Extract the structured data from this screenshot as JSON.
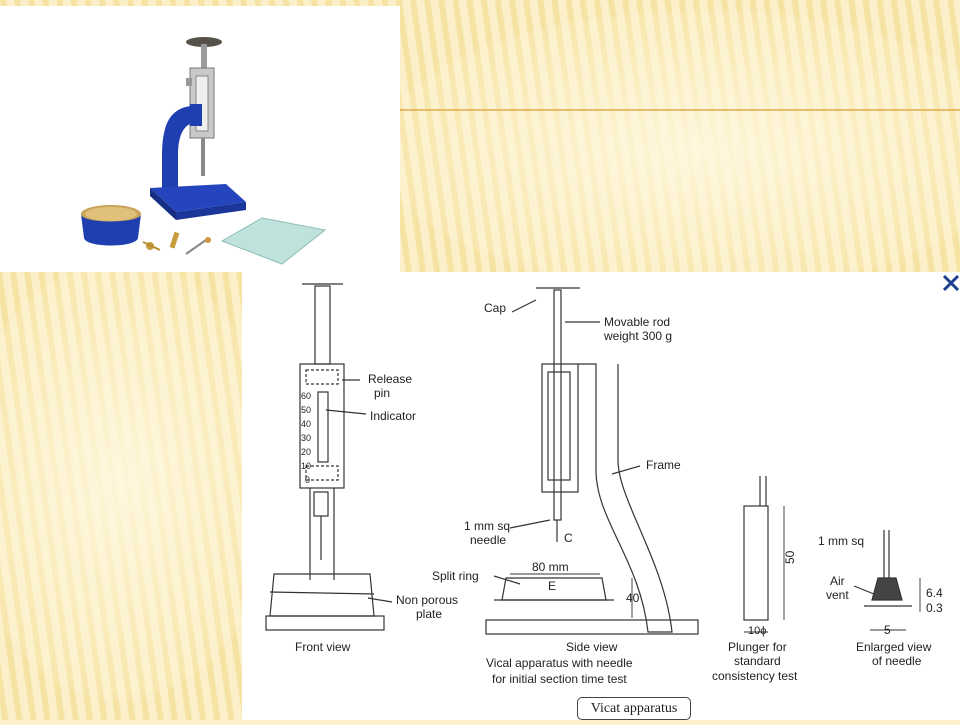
{
  "slide": {
    "caption": "Vicat apparatus",
    "close_label": "×"
  },
  "diagram": {
    "front": {
      "release_pin": [
        "Release",
        "pin"
      ],
      "indicator": "Indicator",
      "scale": [
        "60",
        "50",
        "40",
        "30",
        "20",
        "10",
        "0"
      ],
      "plate": [
        "Non porous",
        "plate"
      ],
      "view_label": "Front view"
    },
    "side": {
      "cap": "Cap",
      "movable_rod": [
        "Movable rod",
        "weight 300 g"
      ],
      "frame": "Frame",
      "needle": [
        "1 mm sq",
        "needle"
      ],
      "needle_point": "C",
      "width_dim": "80 mm",
      "split_ring": "Split ring",
      "ring_mark": "E",
      "height_dim": "40",
      "view_label": "Side view",
      "description": [
        "Vical apparatus with needle",
        "for initial section time test"
      ]
    },
    "plunger": {
      "length_dim": "50",
      "diameter_dim": "10ϕ",
      "label": [
        "Plunger for",
        "standard",
        "consistency test"
      ]
    },
    "enlarged": {
      "size": "1 mm sq",
      "air_vent": [
        "Air",
        "vent"
      ],
      "dim_a": "6.4",
      "dim_b": "0.3",
      "dim_c": "5",
      "label": [
        "Enlarged view",
        "of needle"
      ]
    }
  },
  "colors": {
    "background": "#fbf0c9",
    "stripe": "#f3dc8f",
    "accent_line": "#e0a94a",
    "apparatus_blue": "#1f3fb0",
    "close_icon": "#1b3f8f"
  }
}
